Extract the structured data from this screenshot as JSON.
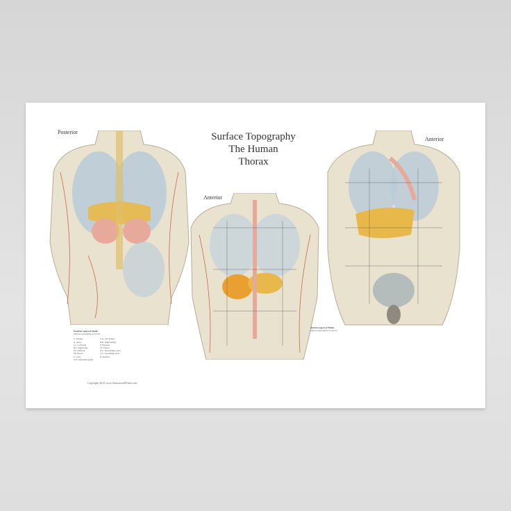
{
  "poster": {
    "title_lines": [
      "Surface Topography",
      "The Human",
      "Thorax"
    ],
    "labels": {
      "posterior": "Posterior",
      "anterior_center": "Anterior",
      "anterior_right": "Anterior"
    },
    "posterior_legend": {
      "heading": "Posterior aspect of Trunk",
      "subheading": "Surface topography of viscera",
      "col1": [
        "T. Trachea",
        "A. Aorta",
        "L.L. Left lung",
        "R.L. Right lung",
        "ST. Stomach",
        "SP. Spleen",
        "L. Liver",
        "S.R. Suprarenal gland"
      ],
      "col2": [
        "L.K. Left kidney",
        "R.K. Right kidney",
        "P. Pancreas",
        "PL. Pleura",
        "D.C. Descending colon",
        "A.C. Ascending colon",
        "R. Rectum"
      ]
    },
    "anterior_legend": {
      "heading": "Anterior aspect of Trunk",
      "subheading": "Surface topography of viscera"
    },
    "copyright": "Copyright 2012 www.AnatomicalPrints.com",
    "colors": {
      "skin": "#e8e2cf",
      "lung": "#b9cbd8",
      "liver": "#e9b84a",
      "heart": "#e6a99a",
      "vessel": "#c8553f"
    }
  }
}
